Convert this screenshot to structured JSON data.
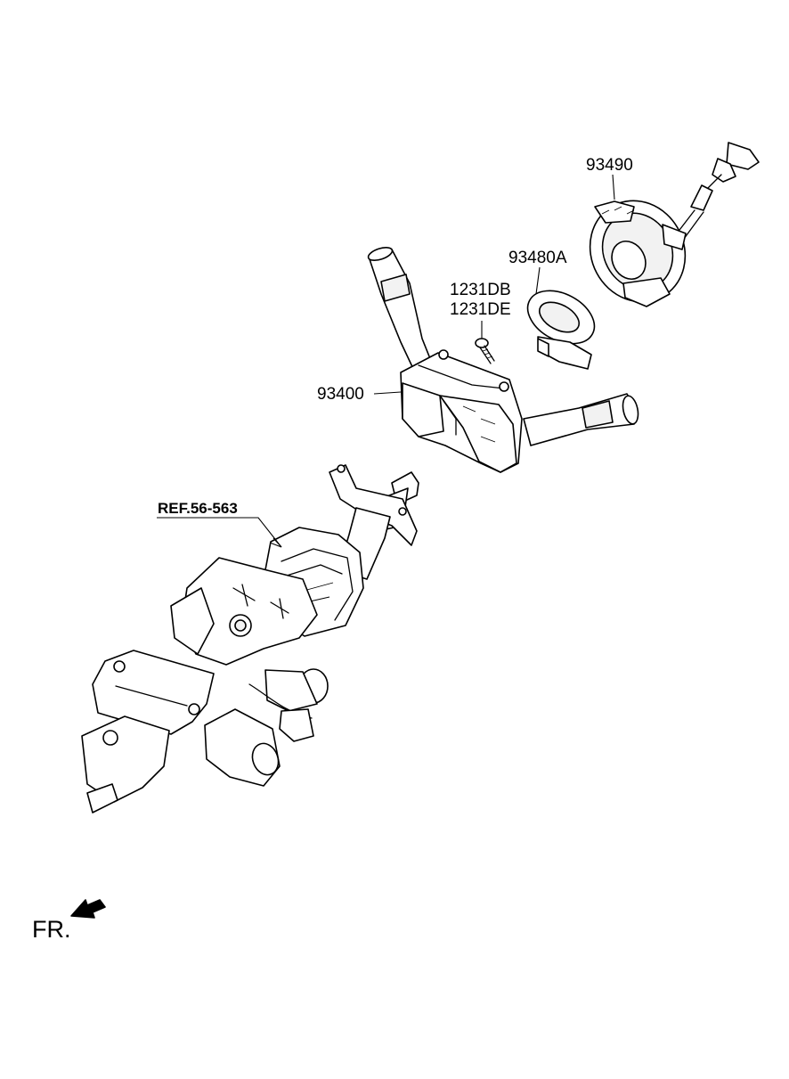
{
  "parts": [
    {
      "id": "p93490",
      "label": "93490"
    },
    {
      "id": "p93480A",
      "label": "93480A"
    },
    {
      "id": "p1231DB",
      "label": "1231DB"
    },
    {
      "id": "p1231DE",
      "label": "1231DE"
    },
    {
      "id": "p93400",
      "label": "93400"
    }
  ],
  "reference": {
    "label": "REF.56-563"
  },
  "direction": {
    "label": "FR."
  }
}
